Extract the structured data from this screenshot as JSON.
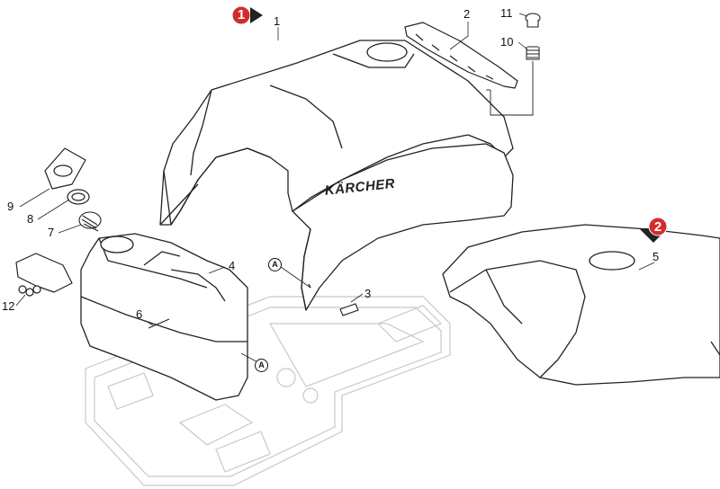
{
  "markers": [
    {
      "id": "marker-1",
      "number": "1",
      "color": "#d22d2d"
    },
    {
      "id": "marker-2",
      "number": "2",
      "color": "#d22d2d"
    }
  ],
  "callouts": {
    "c1": "1",
    "c2": "2",
    "c3": "3",
    "c4": "4",
    "c5": "5",
    "c6": "6",
    "c7": "7",
    "c8": "8",
    "c9": "9",
    "c10": "10",
    "c11": "11",
    "c12": "12"
  },
  "ref_marks": {
    "a1": "A",
    "a2": "A"
  },
  "brand_text": "KÄRCHER",
  "colors": {
    "line": "#222222",
    "faint": "#c8c8c8",
    "accent": "#d22d2d"
  }
}
